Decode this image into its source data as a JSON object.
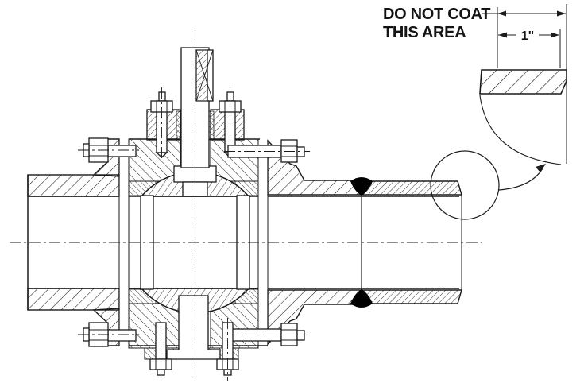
{
  "annotations": {
    "do_not_coat_line1": "DO NOT COAT",
    "do_not_coat_line2": "THIS AREA",
    "detail_dimension_label": "1\""
  },
  "colors": {
    "line": "#1b1b1b",
    "background": "#ffffff",
    "weld_fill": "#000000"
  }
}
